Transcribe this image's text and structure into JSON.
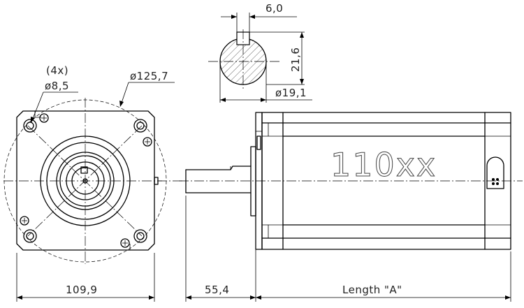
{
  "dimensions": {
    "key_width": "6,0",
    "shaft_height": "21,6",
    "shaft_diameter": "ø19,1",
    "hole_count": "(4x)",
    "hole_diameter": "ø8,5",
    "bolt_circle": "ø125,7",
    "flange_width": "109,9",
    "shaft_length": "55,4",
    "body_length": "Length \"A\""
  },
  "motor_label": "110xx",
  "colors": {
    "line": "#000000",
    "background": "#ffffff"
  }
}
